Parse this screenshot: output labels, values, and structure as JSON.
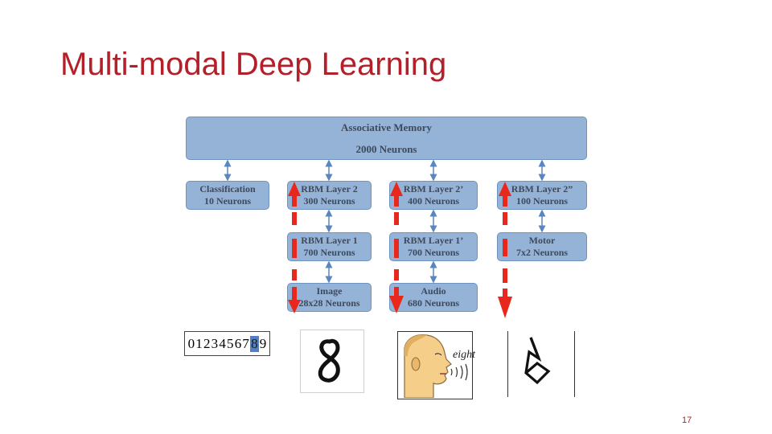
{
  "slide": {
    "title": "Multi-modal Deep Learning",
    "page_number": "17"
  },
  "diagram": {
    "associative_memory": {
      "line1": "Associative Memory",
      "line2": "2000 Neurons"
    },
    "boxes": {
      "classification": {
        "line1": "Classification",
        "line2": "10 Neurons"
      },
      "rbm_layer_2": {
        "line1": "RBM Layer 2",
        "line2": "300 Neurons"
      },
      "rbm_layer_2_prime": {
        "line1": "RBM Layer 2’",
        "line2": "400 Neurons"
      },
      "rbm_layer_2_double_prime": {
        "line1": "RBM Layer 2”",
        "line2": "100 Neurons"
      },
      "rbm_layer_1": {
        "line1": "RBM Layer 1",
        "line2": "700 Neurons"
      },
      "rbm_layer_1_prime": {
        "line1": "RBM Layer 1’",
        "line2": "700 Neurons"
      },
      "motor": {
        "line1": "Motor",
        "line2": "7x2 Neurons"
      },
      "image": {
        "line1": "Image",
        "line2": "28x28 Neurons"
      },
      "audio": {
        "line1": "Audio",
        "line2": "680 Neurons"
      }
    },
    "digits": [
      "0",
      "1",
      "2",
      "3",
      "4",
      "5",
      "6",
      "7",
      "8",
      "9"
    ],
    "selected_digit": "8",
    "image_digit": "8",
    "audio_label": "eight",
    "colors": {
      "box_fill": "#95b3d7",
      "box_border": "#6f93c0",
      "arrow_red": "#e8281c",
      "connector_blue": "#5a86bf",
      "title": "#b3202a"
    }
  }
}
